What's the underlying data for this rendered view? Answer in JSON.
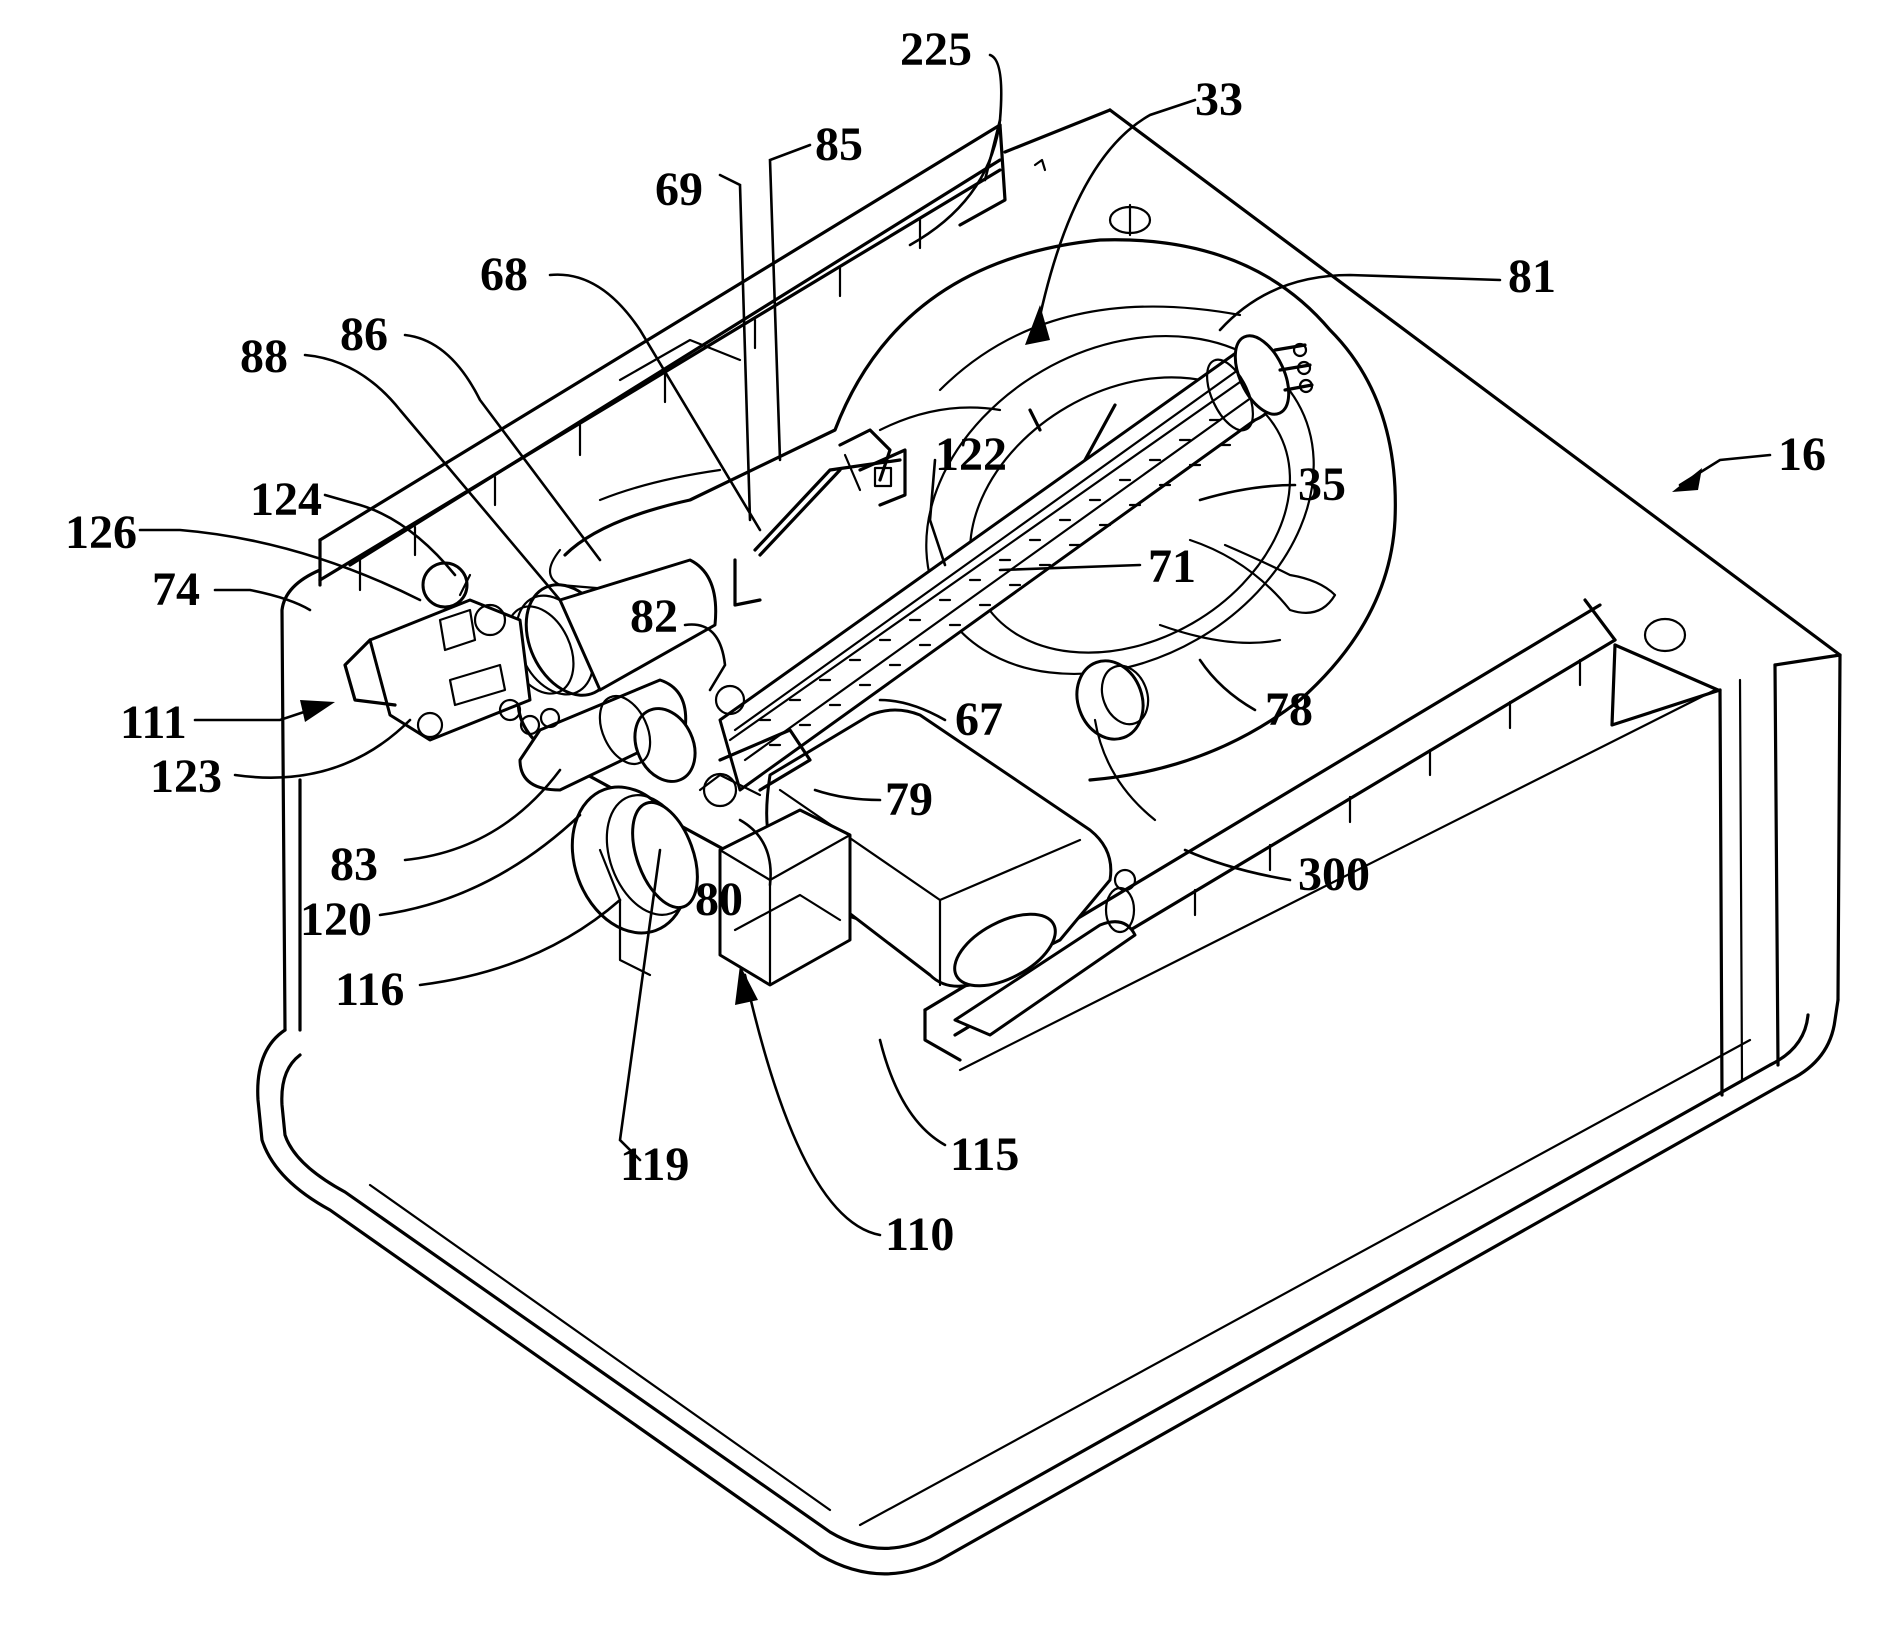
{
  "figure": {
    "reference_numerals": {
      "r225": "225",
      "r33": "33",
      "r85": "85",
      "r69": "69",
      "r68": "68",
      "r81": "81",
      "r86": "86",
      "r88": "88",
      "r124": "124",
      "r126": "126",
      "r74": "74",
      "r122": "122",
      "r16": "16",
      "r35": "35",
      "r71": "71",
      "r82": "82",
      "r111": "111",
      "r123": "123",
      "r67": "67",
      "r78": "78",
      "r79": "79",
      "r83": "83",
      "r120": "120",
      "r80": "80",
      "r300": "300",
      "r116": "116",
      "r119": "119",
      "r115": "115",
      "r110": "110"
    }
  }
}
